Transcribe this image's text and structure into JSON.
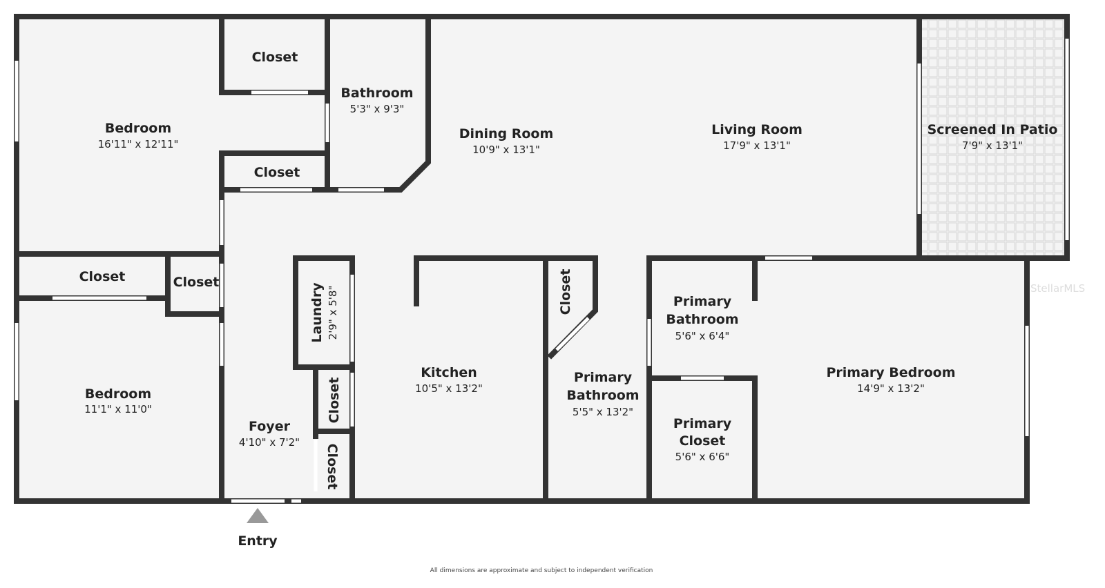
{
  "rooms": {
    "bedroom1": {
      "name": "Bedroom",
      "dims": "16'11\" x 12'11\""
    },
    "closet_top1": {
      "name": "Closet"
    },
    "bathroom": {
      "name": "Bathroom",
      "dims": "5'3\" x 9'3\""
    },
    "closet_top2": {
      "name": "Closet"
    },
    "dining": {
      "name": "Dining Room",
      "dims": "10'9\" x 13'1\""
    },
    "living": {
      "name": "Living Room",
      "dims": "17'9\" x 13'1\""
    },
    "patio": {
      "name": "Screened In Patio",
      "dims": "7'9\" x 13'1\""
    },
    "closet_left": {
      "name": "Closet"
    },
    "closet_mid": {
      "name": "Closet"
    },
    "bedroom2": {
      "name": "Bedroom",
      "dims": "11'1\" x 11'0\""
    },
    "laundry": {
      "name": "Laundry",
      "dims": "2'9\" x 5'8\""
    },
    "foyer": {
      "name": "Foyer",
      "dims": "4'10\" x 7'2\""
    },
    "closet_foyer1": {
      "name": "Closet"
    },
    "closet_foyer2": {
      "name": "Closet"
    },
    "kitchen": {
      "name": "Kitchen",
      "dims": "10'5\" x 13'2\""
    },
    "closet_diag": {
      "name": "Closet"
    },
    "primary_bath_hall": {
      "name_line1": "Primary",
      "name_line2": "Bathroom",
      "dims": "5'5\" x 13'2\""
    },
    "primary_bath": {
      "name_line1": "Primary",
      "name_line2": "Bathroom",
      "dims": "5'6\" x 6'4\""
    },
    "primary_closet": {
      "name_line1": "Primary",
      "name_line2": "Closet",
      "dims": "5'6\" x 6'6\""
    },
    "primary_bedroom": {
      "name": "Primary Bedroom",
      "dims": "14'9\" x 13'2\""
    }
  },
  "entry_label": "Entry",
  "watermark": "StellarMLS",
  "footer": "All dimensions are approximate and subject to independent verification",
  "colors": {
    "wall": "#333333",
    "floor": "#f4f4f4"
  }
}
